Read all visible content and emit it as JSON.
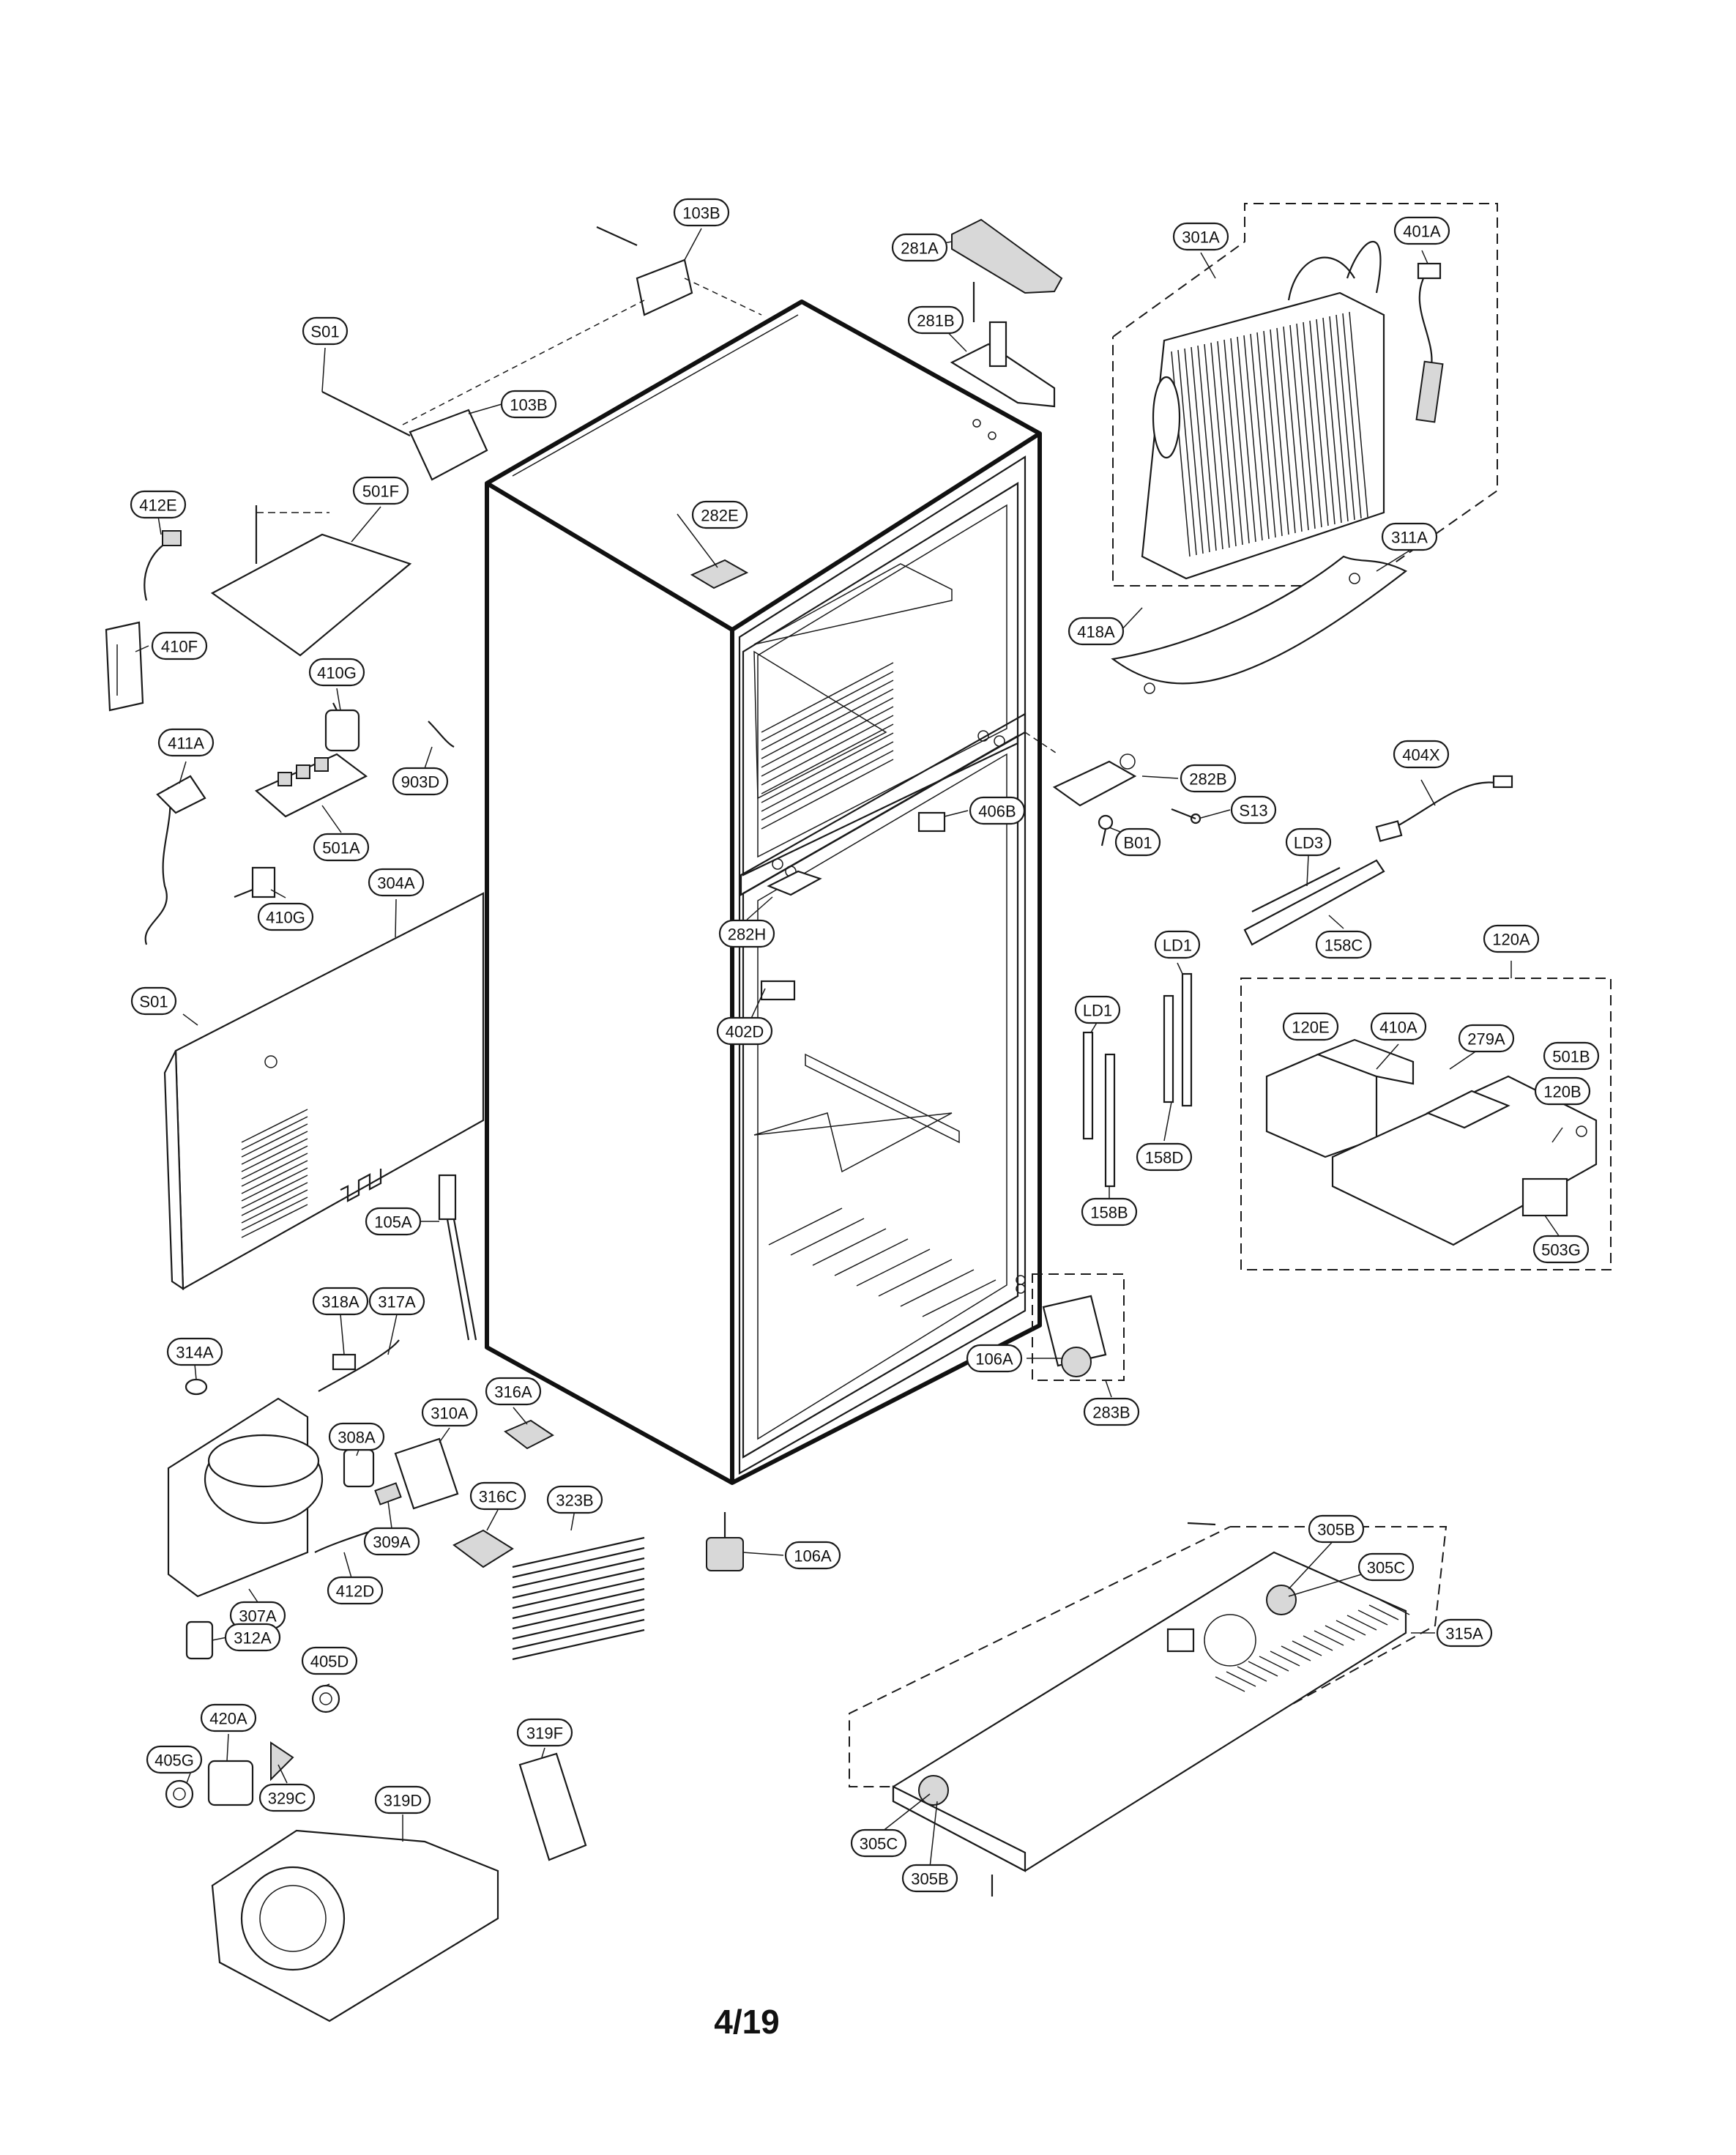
{
  "page_number": "4/19",
  "part_labels": [
    {
      "id": "103B-a",
      "text": "103B"
    },
    {
      "id": "281A",
      "text": "281A"
    },
    {
      "id": "301A",
      "text": "301A"
    },
    {
      "id": "401A",
      "text": "401A"
    },
    {
      "id": "S01-a",
      "text": "S01"
    },
    {
      "id": "281B",
      "text": "281B"
    },
    {
      "id": "103B-b",
      "text": "103B"
    },
    {
      "id": "412E",
      "text": "412E"
    },
    {
      "id": "501F",
      "text": "501F"
    },
    {
      "id": "282E",
      "text": "282E"
    },
    {
      "id": "311A",
      "text": "311A"
    },
    {
      "id": "418A",
      "text": "418A"
    },
    {
      "id": "410F",
      "text": "410F"
    },
    {
      "id": "410G-a",
      "text": "410G"
    },
    {
      "id": "411A",
      "text": "411A"
    },
    {
      "id": "903D",
      "text": "903D"
    },
    {
      "id": "282B",
      "text": "282B"
    },
    {
      "id": "404X",
      "text": "404X"
    },
    {
      "id": "406B",
      "text": "406B"
    },
    {
      "id": "S13",
      "text": "S13"
    },
    {
      "id": "501A-a",
      "text": "501A"
    },
    {
      "id": "B01",
      "text": "B01"
    },
    {
      "id": "LD3",
      "text": "LD3"
    },
    {
      "id": "304A",
      "text": "304A"
    },
    {
      "id": "410G-b",
      "text": "410G"
    },
    {
      "id": "282H",
      "text": "282H"
    },
    {
      "id": "158C",
      "text": "158C"
    },
    {
      "id": "LD1-a",
      "text": "LD1"
    },
    {
      "id": "120A",
      "text": "120A"
    },
    {
      "id": "S01-b",
      "text": "S01"
    },
    {
      "id": "LD1-b",
      "text": "LD1"
    },
    {
      "id": "402D",
      "text": "402D"
    },
    {
      "id": "120E",
      "text": "120E"
    },
    {
      "id": "410A",
      "text": "410A"
    },
    {
      "id": "279A",
      "text": "279A"
    },
    {
      "id": "501B",
      "text": "501B"
    },
    {
      "id": "120B",
      "text": "120B"
    },
    {
      "id": "158D",
      "text": "158D"
    },
    {
      "id": "158B",
      "text": "158B"
    },
    {
      "id": "503G",
      "text": "503G"
    },
    {
      "id": "105A",
      "text": "105A"
    },
    {
      "id": "318A",
      "text": "318A"
    },
    {
      "id": "317A",
      "text": "317A"
    },
    {
      "id": "314A",
      "text": "314A"
    },
    {
      "id": "106A-a",
      "text": "106A"
    },
    {
      "id": "283B",
      "text": "283B"
    },
    {
      "id": "310A",
      "text": "310A"
    },
    {
      "id": "316A",
      "text": "316A"
    },
    {
      "id": "308A",
      "text": "308A"
    },
    {
      "id": "316C",
      "text": "316C"
    },
    {
      "id": "323B",
      "text": "323B"
    },
    {
      "id": "309A",
      "text": "309A"
    },
    {
      "id": "106A-b",
      "text": "106A"
    },
    {
      "id": "305B-a",
      "text": "305B"
    },
    {
      "id": "305C-a",
      "text": "305C"
    },
    {
      "id": "307A",
      "text": "307A"
    },
    {
      "id": "412D",
      "text": "412D"
    },
    {
      "id": "312A",
      "text": "312A"
    },
    {
      "id": "315A",
      "text": "315A"
    },
    {
      "id": "405D",
      "text": "405D"
    },
    {
      "id": "420A",
      "text": "420A"
    },
    {
      "id": "405G",
      "text": "405G"
    },
    {
      "id": "329C",
      "text": "329C"
    },
    {
      "id": "319F",
      "text": "319F"
    },
    {
      "id": "319D",
      "text": "319D"
    },
    {
      "id": "305C-b",
      "text": "305C"
    },
    {
      "id": "305B-b",
      "text": "305B"
    }
  ]
}
